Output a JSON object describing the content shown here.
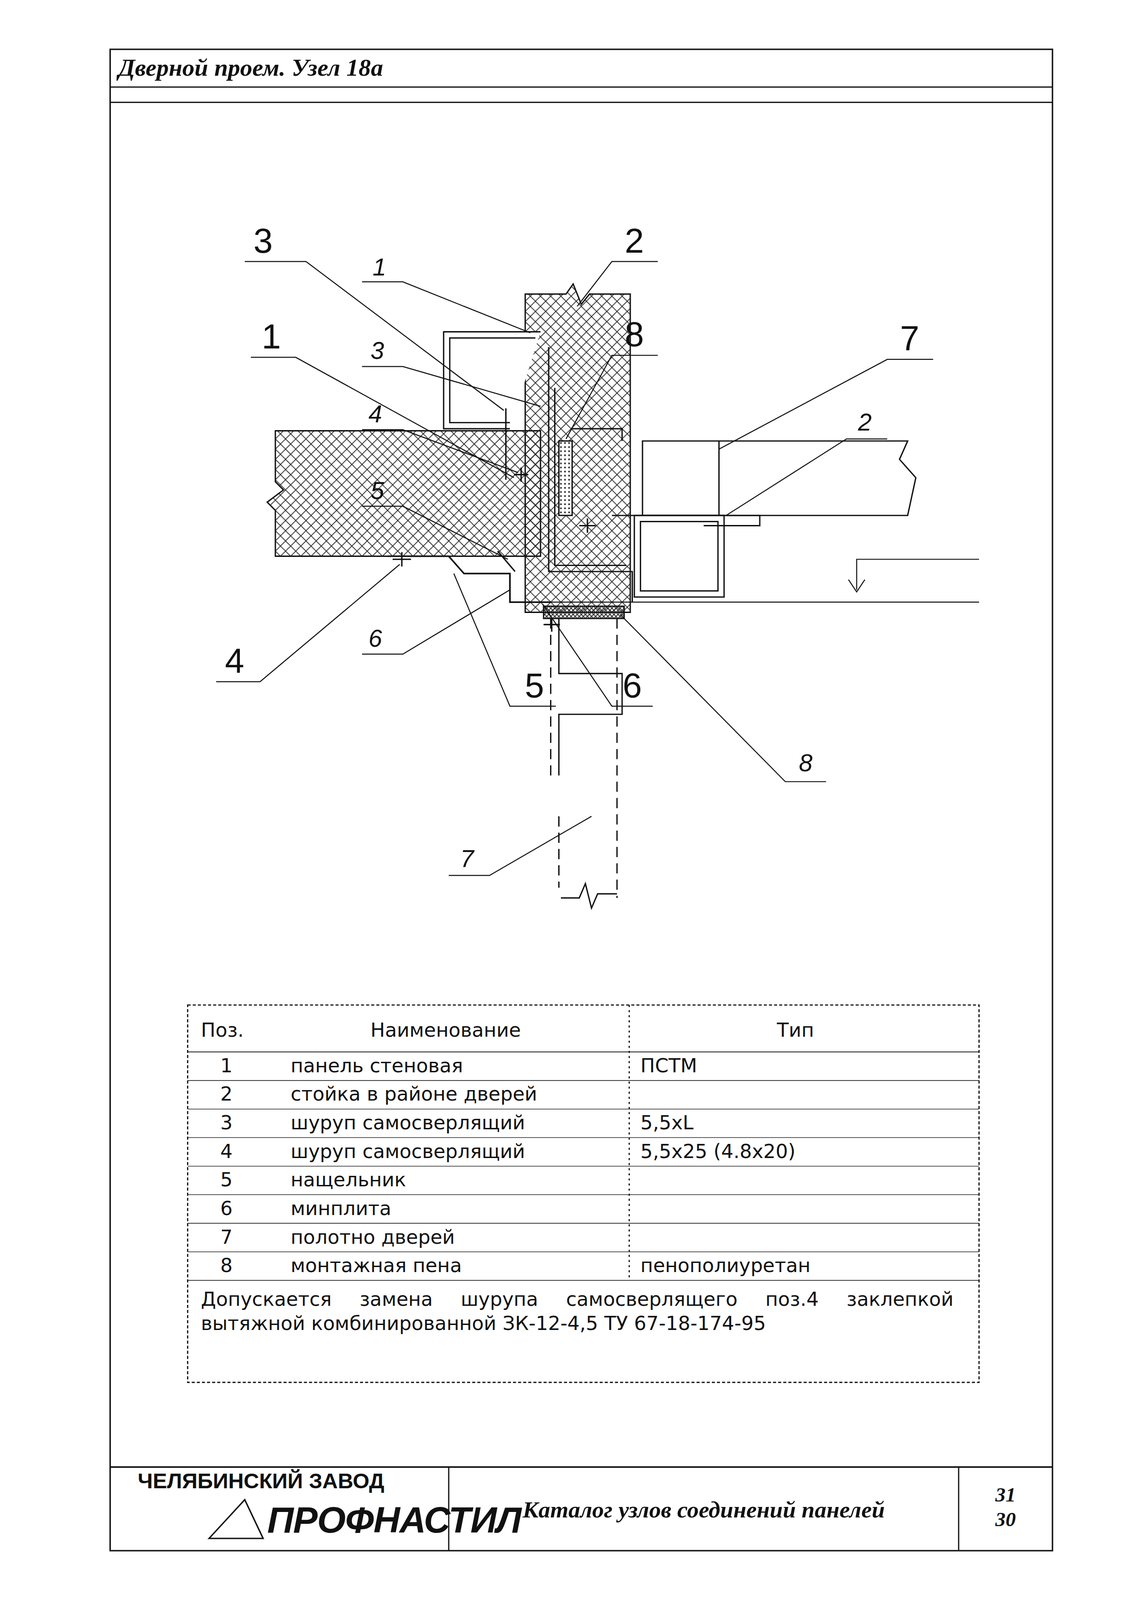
{
  "diagram": {
    "title": "Дверной проем. Узел 18а",
    "labels": [
      "3",
      "2",
      "1",
      "1",
      "3",
      "8",
      "7",
      "4",
      "2",
      "5",
      "6",
      "4",
      "5",
      "6",
      "8",
      "7",
      "Поз.",
      "Наименование",
      "Тип",
      "1",
      "панель стеновая",
      "ПСТМ",
      "2",
      "стойка в районе дверей",
      "3",
      "шуруп самосверлящий",
      "5,5xL",
      "4",
      "шуруп самосверлящий",
      "5,5x25 (4.8x20)",
      "5",
      "нащельник",
      "6",
      "минплита",
      "7",
      "полотно дверей",
      "8",
      "монтажная пена",
      "пенополиуретан",
      "Допускается замена шурупа самосверлящего поз.4 заклепкой вытяжной комбинированной ЗК-12-4,5 ТУ 67-18-174-95",
      "ЧЕЛЯБИНСКИЙ ЗАВОД",
      "ПРОФНАСТИЛ",
      "Каталог узлов соединений панелей",
      "31",
      "30"
    ]
  }
}
